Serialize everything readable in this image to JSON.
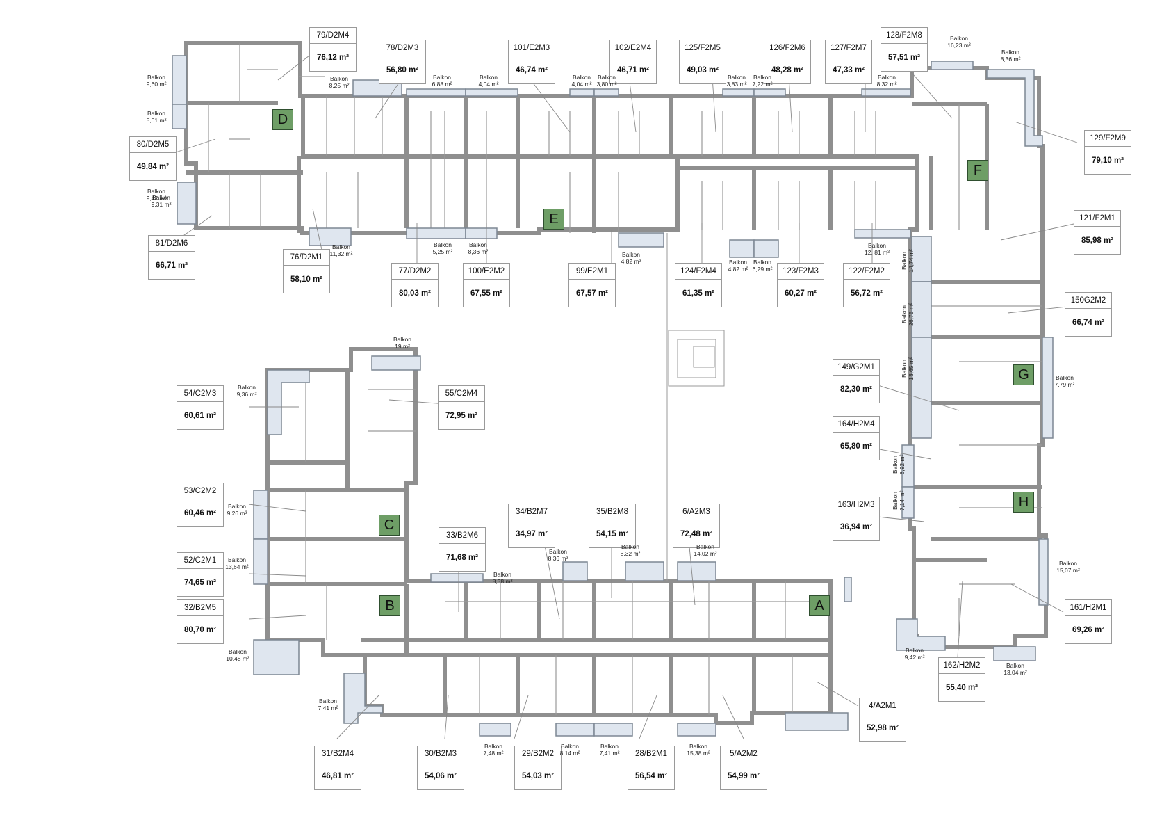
{
  "units": [
    {
      "id": "79/D2M4",
      "area": "76,12 m²"
    },
    {
      "id": "78/D2M3",
      "area": "56,80 m²"
    },
    {
      "id": "101/E2M3",
      "area": "46,74 m²"
    },
    {
      "id": "102/E2M4",
      "area": "46,71 m²"
    },
    {
      "id": "125/F2M5",
      "area": "49,03 m²"
    },
    {
      "id": "126/F2M6",
      "area": "48,28 m²"
    },
    {
      "id": "127/F2M7",
      "area": "47,33 m²"
    },
    {
      "id": "128/F2M8",
      "area": "57,51 m²"
    },
    {
      "id": "129/F2M9",
      "area": "79,10 m²"
    },
    {
      "id": "80/D2M5",
      "area": "49,84 m²"
    },
    {
      "id": "81/D2M6",
      "area": "66,71 m²"
    },
    {
      "id": "76/D2M1",
      "area": "58,10 m²"
    },
    {
      "id": "77/D2M2",
      "area": "80,03 m²"
    },
    {
      "id": "100/E2M2",
      "area": "67,55 m²"
    },
    {
      "id": "99/E2M1",
      "area": "67,57 m²"
    },
    {
      "id": "124/F2M4",
      "area": "61,35 m²"
    },
    {
      "id": "123/F2M3",
      "area": "60,27 m²"
    },
    {
      "id": "122/F2M2",
      "area": "56,72 m²"
    },
    {
      "id": "121/F2M1",
      "area": "85,98 m²"
    },
    {
      "id": "150G2M2",
      "area": "66,74 m²"
    },
    {
      "id": "149/G2M1",
      "area": "82,30 m²"
    },
    {
      "id": "164/H2M4",
      "area": "65,80 m²"
    },
    {
      "id": "163/H2M3",
      "area": "36,94 m²"
    },
    {
      "id": "161/H2M1",
      "area": "69,26 m²"
    },
    {
      "id": "162/H2M2",
      "area": "55,40 m²"
    },
    {
      "id": "54/C2M3",
      "area": "60,61 m²"
    },
    {
      "id": "55/C2M4",
      "area": "72,95 m²"
    },
    {
      "id": "53/C2M2",
      "area": "60,46 m²"
    },
    {
      "id": "52/C2M1",
      "area": "74,65 m²"
    },
    {
      "id": "32/B2M5",
      "area": "80,70 m²"
    },
    {
      "id": "34/B2M7",
      "area": "34,97 m²"
    },
    {
      "id": "35/B2M8",
      "area": "54,15 m²"
    },
    {
      "id": "6/A2M3",
      "area": "72,48 m²"
    },
    {
      "id": "33/B2M6",
      "area": "71,68 m²"
    },
    {
      "id": "4/A2M1",
      "area": "52,98 m²"
    },
    {
      "id": "31/B2M4",
      "area": "46,81 m²"
    },
    {
      "id": "30/B2M3",
      "area": "54,06 m²"
    },
    {
      "id": "29/B2M2",
      "area": "54,03 m²"
    },
    {
      "id": "28/B2M1",
      "area": "56,54 m²"
    },
    {
      "id": "5/A2M2",
      "area": "54,99 m²"
    }
  ],
  "balconies": [
    {
      "label": "Balkon",
      "area": "9,60 m²"
    },
    {
      "label": "Balkon",
      "area": "5,01 m²"
    },
    {
      "label": "Balkon",
      "area": "9,42 m²"
    },
    {
      "label": "Balkon",
      "area": "8,25 m²"
    },
    {
      "label": "Balkon",
      "area": "6,88 m²"
    },
    {
      "label": "Balkon",
      "area": "4,04 m²"
    },
    {
      "label": "Balkon",
      "area": "4,04 m²"
    },
    {
      "label": "Balkon",
      "area": "3,80 m²"
    },
    {
      "label": "Balkon",
      "area": "3,83 m²"
    },
    {
      "label": "Balkon",
      "area": "7,22 m²"
    },
    {
      "label": "Balkon",
      "area": "8,32 m²"
    },
    {
      "label": "Balkon",
      "area": "16,23 m²"
    },
    {
      "label": "Balkon",
      "area": "8,36 m²"
    },
    {
      "label": "Balkon",
      "area": "9,31 m²"
    },
    {
      "label": "Balkon",
      "area": "11,32 m²"
    },
    {
      "label": "Balkon",
      "area": "5,25 m²"
    },
    {
      "label": "Balkon",
      "area": "8,36 m²"
    },
    {
      "label": "Balkon",
      "area": "4,82 m²"
    },
    {
      "label": "Balkon",
      "area": "4,82 m²"
    },
    {
      "label": "Balkon",
      "area": "6,29 m²"
    },
    {
      "label": "Balkon",
      "area": "12, 81 m²"
    },
    {
      "label": "Balkon",
      "area": "14,74 m²"
    },
    {
      "label": "Balkon",
      "area": "26,75 m²"
    },
    {
      "label": "Balkon",
      "area": "13,65 m²"
    },
    {
      "label": "Balkon",
      "area": "7,79 m²"
    },
    {
      "label": "Balkon",
      "area": "6,92 m²"
    },
    {
      "label": "Balkon",
      "area": "7,14 m²"
    },
    {
      "label": "Balkon",
      "area": "15,07 m²"
    },
    {
      "label": "Balkon",
      "area": "9,42 m²"
    },
    {
      "label": "Balkon",
      "area": "13,04 m²"
    },
    {
      "label": "Balkon",
      "area": "19 m²"
    },
    {
      "label": "Balkon",
      "area": "9,36 m²"
    },
    {
      "label": "Balkon",
      "area": "9,26 m²"
    },
    {
      "label": "Balkon",
      "area": "13,64 m²"
    },
    {
      "label": "Balkon",
      "area": "10,48 m²"
    },
    {
      "label": "Balkon",
      "area": "8,38 m²"
    },
    {
      "label": "Balkon",
      "area": "8,36 m²"
    },
    {
      "label": "Balkon",
      "area": "8,32 m²"
    },
    {
      "label": "Balkon",
      "area": "14,02 m²"
    },
    {
      "label": "Balkon",
      "area": "7,41 m²"
    },
    {
      "label": "Balkon",
      "area": "7,48 m²"
    },
    {
      "label": "Balkon",
      "area": "8,14 m²"
    },
    {
      "label": "Balkon",
      "area": "7,41 m²"
    },
    {
      "label": "Balkon",
      "area": "15,38 m²"
    }
  ],
  "stairs": [
    "D",
    "E",
    "F",
    "G",
    "H",
    "C",
    "B",
    "A"
  ],
  "colors": {
    "wall": "#8f8f8f",
    "balcony": "#dfe6ef",
    "balcony_edge": "#7d8794",
    "stair": "#6e9e66",
    "leader": "#888888",
    "room_line": "#9a9a9a"
  }
}
